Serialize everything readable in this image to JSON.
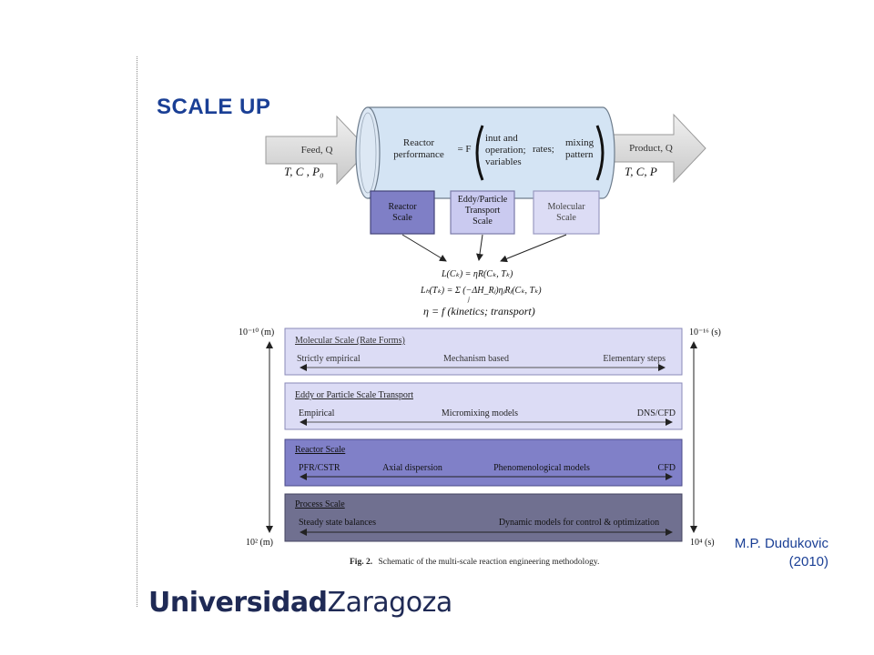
{
  "slide": {
    "title": "SCALE UP",
    "credit_line1": "M.P. Dudukovic",
    "credit_line2": "(2010)",
    "logo_bold": "Universidad",
    "logo_regular": "Zaragoza"
  },
  "reactor": {
    "feed_label": "Feed, Q",
    "feed_vars": "T, C , P₀",
    "product_label": "Product, Q",
    "product_vars": "T, C, P",
    "performance_line1": "Reactor",
    "performance_line2": "performance",
    "equals_f": "= F",
    "inputs_line1": "inut and",
    "inputs_line2": "operation;",
    "inputs_line3": "variables",
    "rates": "rates;",
    "mixing_line1": "mixing",
    "mixing_line2": "pattern"
  },
  "scale_boxes": {
    "reactor_line1": "Reactor",
    "reactor_line2": "Scale",
    "eddy_line1": "Eddy/Particle",
    "eddy_line2": "Transport",
    "eddy_line3": "Scale",
    "molecular_line1": "Molecular",
    "molecular_line2": "Scale"
  },
  "equations": {
    "eq1": "L(Cₖ) = ηR(Cₖ, Tₖ)",
    "eq2": "Lₕ(Tₖ) = Σ (−ΔH_Rⱼ)ηⱼRⱼ(Cₖ, Tₖ)",
    "eq2_index": "j",
    "eq3": "η = f (kinetics; transport)"
  },
  "axis": {
    "left_top": "10⁻¹⁰ (m)",
    "left_bottom": "10² (m)",
    "right_top": "10⁻¹⁶ (s)",
    "right_bottom": "10⁴ (s)"
  },
  "bands": [
    {
      "title": "Molecular Scale (Rate Forms)",
      "left": "Strictly empirical",
      "middle": "Mechanism based",
      "right": "Elementary steps",
      "fill": "#dcdcf5"
    },
    {
      "title": "Eddy or Particle Scale Transport",
      "left": "Empirical",
      "middle": "Micromixing models",
      "right": "DNS/CFD",
      "fill": "#dcdcf5"
    },
    {
      "title": "Reactor Scale",
      "left": "PFR/CSTR",
      "middle": "Axial dispersion",
      "middle2": "Phenomenological models",
      "right": "CFD",
      "fill": "#8080c8"
    },
    {
      "title": "Process Scale",
      "left": "Steady state balances",
      "middle": "Dynamic models for control & optimization",
      "right": "",
      "fill": "#707090"
    }
  ],
  "caption": {
    "label": "Fig. 2.",
    "text": "Schematic of the multi-scale reaction engineering methodology."
  },
  "colors": {
    "title_blue": "#1a3f95",
    "reactor_body": "#d4e4f4",
    "arrow_gray": "#d8d8d8",
    "reactor_box": "#7f7fc6",
    "eddy_box": "#cacaf0",
    "molecular_box": "#dcdcf5"
  }
}
